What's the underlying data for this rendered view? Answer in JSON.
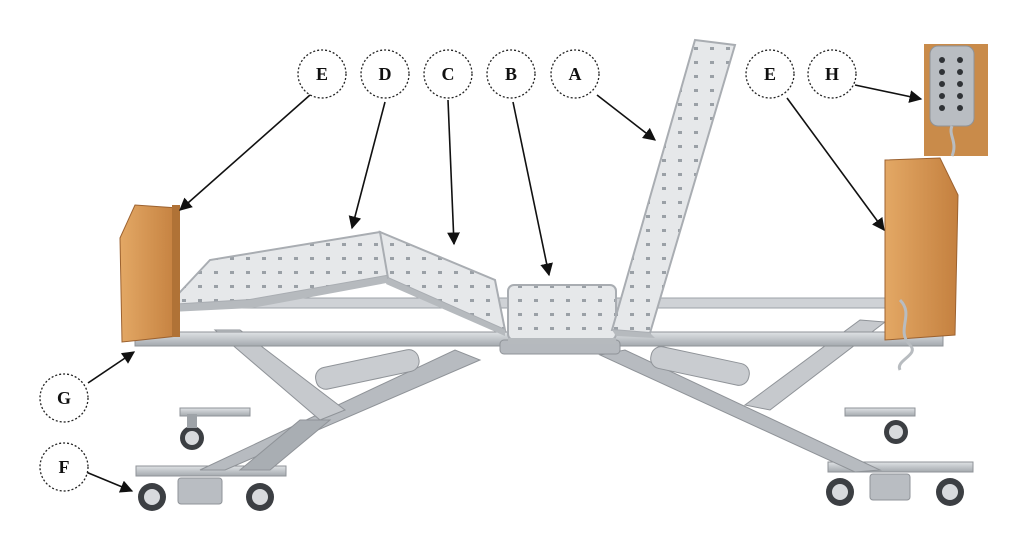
{
  "callouts": [
    {
      "id": "callout-e-left",
      "letter": "E"
    },
    {
      "id": "callout-d",
      "letter": "D"
    },
    {
      "id": "callout-c",
      "letter": "C"
    },
    {
      "id": "callout-b",
      "letter": "B"
    },
    {
      "id": "callout-a",
      "letter": "A"
    },
    {
      "id": "callout-e-right",
      "letter": "E"
    },
    {
      "id": "callout-h",
      "letter": "H"
    },
    {
      "id": "callout-g",
      "letter": "G"
    },
    {
      "id": "callout-f",
      "letter": "F"
    }
  ],
  "colors": {
    "wood": "#d89a55",
    "wood_dark": "#b9763a",
    "metal": "#c9ccd0",
    "metal_dark": "#8f9398",
    "panel": "#e4e6e8",
    "panel_edge": "#a9adb2",
    "remote_bg": "#c98b4a",
    "line": "#111111"
  }
}
